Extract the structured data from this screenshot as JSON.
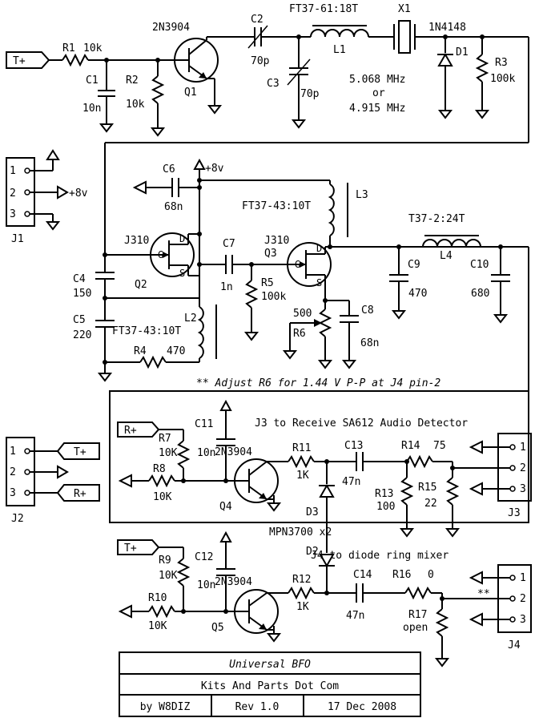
{
  "title_block": {
    "title": "Universal BFO",
    "subtitle": "Kits And Parts Dot Com",
    "author": "by W8DIZ",
    "revision": "Rev 1.0",
    "date": "17 Dec 2008"
  },
  "notes": {
    "adjust": "** Adjust R6 for 1.44 V P-P at J4 pin-2",
    "j3_caption": "J3 to Receive SA612 Audio Detector",
    "j4_caption": "J4 to diode ring mixer",
    "freq_line1": "5.068 MHz",
    "freq_line2": "or",
    "freq_line3": "4.915 MHz",
    "star": "**"
  },
  "nets": {
    "t_plus": "T+",
    "r_plus": "R+",
    "plus8v": "+8v"
  },
  "connectors": {
    "j1": {
      "name": "J1",
      "pins": [
        "1",
        "2",
        "3"
      ]
    },
    "j2": {
      "name": "J2",
      "pins": [
        "1",
        "2",
        "3"
      ]
    },
    "j3": {
      "name": "J3",
      "pins": [
        "1",
        "2",
        "3"
      ]
    },
    "j4": {
      "name": "J4",
      "pins": [
        "1",
        "2",
        "3"
      ]
    }
  },
  "components": {
    "r1": {
      "ref": "R1",
      "value": "10k"
    },
    "r2": {
      "ref": "R2",
      "value": "10k"
    },
    "r3": {
      "ref": "R3",
      "value": "100k"
    },
    "r4": {
      "ref": "R4",
      "value": "470"
    },
    "r5": {
      "ref": "R5",
      "value": "100k"
    },
    "r6": {
      "ref": "R6",
      "value": "500"
    },
    "r7": {
      "ref": "R7",
      "value": "10K"
    },
    "r8": {
      "ref": "R8",
      "value": "10K"
    },
    "r9": {
      "ref": "R9",
      "value": "10K"
    },
    "r10": {
      "ref": "R10",
      "value": "10K"
    },
    "r11": {
      "ref": "R11",
      "value": "1K"
    },
    "r12": {
      "ref": "R12",
      "value": "1K"
    },
    "r13": {
      "ref": "R13",
      "value": "100"
    },
    "r14": {
      "ref": "R14",
      "value": "75"
    },
    "r15": {
      "ref": "R15",
      "value": "22"
    },
    "r16": {
      "ref": "R16",
      "value": "0"
    },
    "r17": {
      "ref": "R17",
      "value": "open"
    },
    "c1": {
      "ref": "C1",
      "value": "10n"
    },
    "c2": {
      "ref": "C2",
      "value": "70p"
    },
    "c3": {
      "ref": "C3",
      "value": "70p"
    },
    "c4": {
      "ref": "C4",
      "value": "150"
    },
    "c5": {
      "ref": "C5",
      "value": "220"
    },
    "c6": {
      "ref": "C6",
      "value": "68n"
    },
    "c7": {
      "ref": "C7",
      "value": "1n"
    },
    "c8": {
      "ref": "C8",
      "value": "68n"
    },
    "c9": {
      "ref": "C9",
      "value": "470"
    },
    "c10": {
      "ref": "C10",
      "value": "680"
    },
    "c11": {
      "ref": "C11",
      "value": "10n"
    },
    "c12": {
      "ref": "C12",
      "value": "10n"
    },
    "c13": {
      "ref": "C13",
      "value": "47n"
    },
    "c14": {
      "ref": "C14",
      "value": "47n"
    },
    "l1": {
      "ref": "L1",
      "value": "FT37-61:18T"
    },
    "l2": {
      "ref": "L2",
      "value": "FT37-43:10T"
    },
    "l3": {
      "ref": "L3",
      "value": "FT37-43:10T"
    },
    "l4": {
      "ref": "L4",
      "value": "T37-2:24T"
    },
    "x1": {
      "ref": "X1"
    },
    "d1": {
      "ref": "D1",
      "value": "1N4148"
    },
    "d2": {
      "ref": "D2"
    },
    "d3": {
      "ref": "D3"
    },
    "d23_part": "MPN3700 x2",
    "q1": {
      "ref": "Q1",
      "part": "2N3904"
    },
    "q2": {
      "ref": "Q2",
      "part": "J310"
    },
    "q3": {
      "ref": "Q3",
      "part": "J310"
    },
    "q4": {
      "ref": "Q4",
      "part": "2N3904"
    },
    "q5": {
      "ref": "Q5",
      "part": "2N3904"
    }
  },
  "fet_pins": {
    "gate": "G",
    "drain": "D",
    "source": "S"
  },
  "icons": {
    "ground": "ground-symbol",
    "signal_port": "arrow-port-symbol",
    "rail": "supply-rail-arrow"
  }
}
